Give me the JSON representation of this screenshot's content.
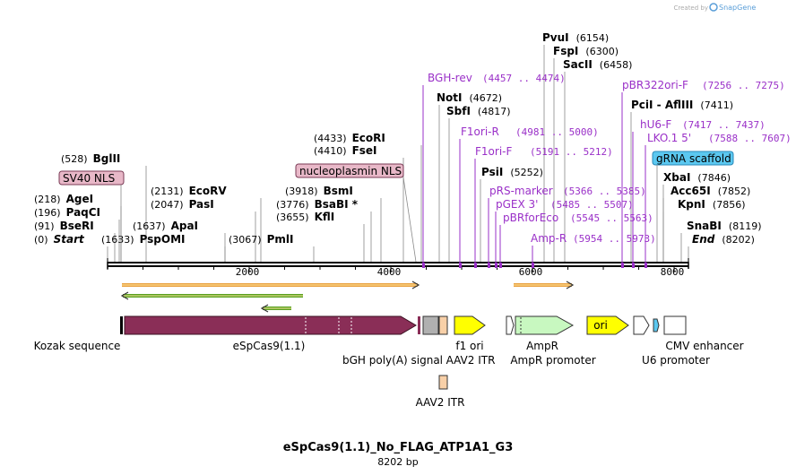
{
  "credit": {
    "text": "Created by",
    "brand": "SnapGene"
  },
  "title": "eSpCas9(1.1)_No_FLAG_ATP1A1_G3",
  "subtitle": "8202 bp",
  "sequence_length": 8202,
  "ruler_ticks": [
    "2000",
    "4000",
    "6000",
    "8000"
  ],
  "colors": {
    "enzyme": "#000000",
    "primer": "#9a30c8",
    "cas9": "#8a2e57",
    "nls_fill": "#e8b8c8",
    "grna_fill": "#5bc8f0",
    "orf_orange": "#e8a040",
    "orf_green": "#58a020",
    "f1ori": "#ffff00",
    "ampr": "#c8f8c0",
    "polyA": "#b0b0b0",
    "itr": "#f8d0a8"
  },
  "enzymes": [
    {
      "name": "Start",
      "pos": "(0)",
      "italic": true
    },
    {
      "name": "BseRI",
      "pos": "(91)"
    },
    {
      "name": "PaqCI",
      "pos": "(196)"
    },
    {
      "name": "AgeI",
      "pos": "(218)"
    },
    {
      "name": "BglII",
      "pos": "(528)"
    },
    {
      "name": "PspOMI",
      "pos": "(1633)"
    },
    {
      "name": "ApaI",
      "pos": "(1637)"
    },
    {
      "name": "PasI",
      "pos": "(2047)"
    },
    {
      "name": "EcoRV",
      "pos": "(2131)"
    },
    {
      "name": "PmlI",
      "pos": "(3067)"
    },
    {
      "name": "KflI",
      "pos": "(3655)"
    },
    {
      "name": "BsaBI *",
      "pos": "(3776)"
    },
    {
      "name": "BsmI",
      "pos": "(3918)"
    },
    {
      "name": "FseI",
      "pos": "(4410)"
    },
    {
      "name": "EcoRI",
      "pos": "(4433)"
    },
    {
      "name": "NotI",
      "pos": "(4672)"
    },
    {
      "name": "SbfI",
      "pos": "(4817)"
    },
    {
      "name": "PsiI",
      "pos": "(5252)"
    },
    {
      "name": "PvuI",
      "pos": "(6154)"
    },
    {
      "name": "FspI",
      "pos": "(6300)"
    },
    {
      "name": "SacII",
      "pos": "(6458)"
    },
    {
      "name": "PciI - AflIII",
      "pos": "(7411)"
    },
    {
      "name": "XbaI",
      "pos": "(7846)"
    },
    {
      "name": "Acc65I",
      "pos": "(7852)"
    },
    {
      "name": "KpnI",
      "pos": "(7856)"
    },
    {
      "name": "SnaBI",
      "pos": "(8119)"
    },
    {
      "name": "End",
      "pos": "(8202)",
      "italic": true
    }
  ],
  "primers": [
    {
      "name": "BGH-rev",
      "range": "(4457 .. 4474)"
    },
    {
      "name": "F1ori-R",
      "range": "(4981 .. 5000)"
    },
    {
      "name": "F1ori-F",
      "range": "(5191 .. 5212)"
    },
    {
      "name": "pRS-marker",
      "range": "(5366 .. 5385)"
    },
    {
      "name": "pGEX 3'",
      "range": "(5485 .. 5507)"
    },
    {
      "name": "pBRforEco",
      "range": "(5545 .. 5563)"
    },
    {
      "name": "Amp-R",
      "range": "(5954 .. 5973)"
    },
    {
      "name": "pBR322ori-F",
      "range": "(7256 .. 7275)"
    },
    {
      "name": "hU6-F",
      "range": "(7417 .. 7437)"
    },
    {
      "name": "LKO.1 5'",
      "range": "(7588 .. 7607)"
    }
  ],
  "features_boxed": [
    {
      "name": "SV40 NLS"
    },
    {
      "name": "nucleoplasmin NLS"
    },
    {
      "name": "gRNA scaffold"
    }
  ],
  "feature_labels": [
    {
      "name": "Kozak sequence"
    },
    {
      "name": "eSpCas9(1.1)"
    },
    {
      "name": "bGH poly(A) signal"
    },
    {
      "name": "f1 ori"
    },
    {
      "name": "AAV2 ITR"
    },
    {
      "name": "AmpR"
    },
    {
      "name": "AmpR promoter"
    },
    {
      "name": "ori"
    },
    {
      "name": "CMV enhancer"
    },
    {
      "name": "U6 promoter"
    },
    {
      "name": "AAV2 ITR"
    }
  ]
}
